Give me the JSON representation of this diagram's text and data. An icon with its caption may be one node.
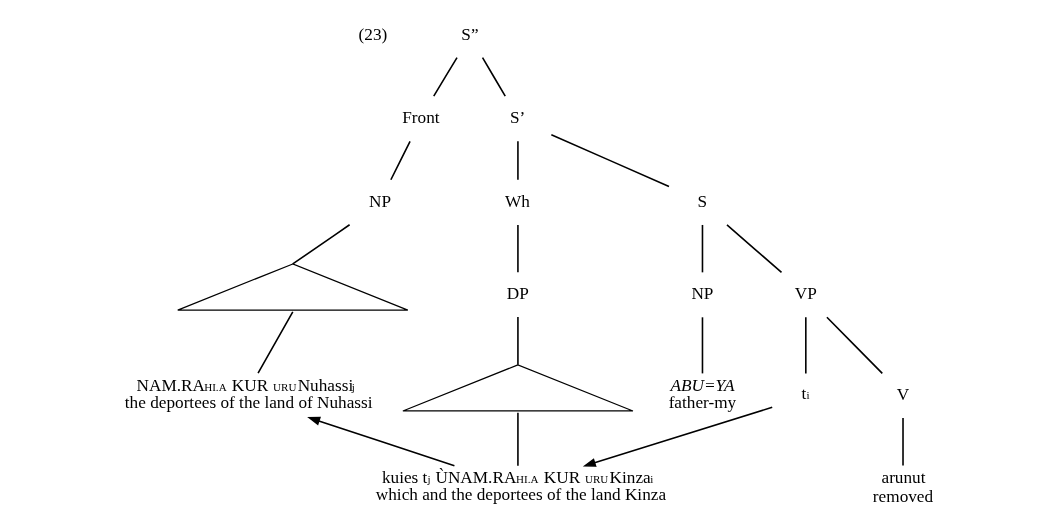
{
  "diagram": {
    "nodes": [
      {
        "text": [
          "S”"
        ]
      },
      {
        "text": [
          "Front"
        ]
      },
      {
        "text": [
          "S’"
        ]
      },
      {
        "text": [
          "NP"
        ]
      },
      {
        "text": [],
        "shape": "triangle"
      },
      {
        "text": [
          "NAM.RA$^{HI.A}$ KUR $^{URU}$Nuhassi$_{j}$",
          "the deportees of the land of Nuhassi"
        ]
      },
      {
        "text": [
          "Wh"
        ]
      },
      {
        "text": [
          "S"
        ]
      },
      {
        "text": [
          "DP"
        ]
      },
      {
        "text": [],
        "shape": "triangle"
      },
      {
        "text": [
          "kuies t$_{j}$ ÙNAM.RA$^{HI.A}$ KUR $^{URU}$Kinza$_{i}$",
          "which and the deportees of the land Kinza"
        ]
      },
      {
        "text": [
          "NP"
        ]
      },
      {
        "text": [
          "VP"
        ]
      },
      {
        "text": [
          "ABU=YA",
          "father-my"
        ]
      },
      {
        "text": [
          "t$_{i}$"
        ]
      },
      {
        "text": [
          "V"
        ]
      },
      {
        "text": [
          "arunut",
          "removed"
        ]
      }
    ],
    "edges": [
      {
        "from": 0,
        "to": 1,
        "arrow": "none"
      },
      {
        "from": 0,
        "to": 2,
        "arrow": "none"
      },
      {
        "from": 1,
        "to": 3,
        "arrow": "none"
      },
      {
        "from": 3,
        "to": 4,
        "arrow": "none"
      },
      {
        "from": 4,
        "to": 5,
        "arrow": "none"
      },
      {
        "from": 2,
        "to": 6,
        "arrow": "none"
      },
      {
        "from": 2,
        "to": 7,
        "arrow": "none"
      },
      {
        "from": 6,
        "to": 8,
        "arrow": "none"
      },
      {
        "from": 8,
        "to": 9,
        "arrow": "none"
      },
      {
        "from": 9,
        "to": 10,
        "arrow": "none"
      },
      {
        "from": 7,
        "to": 11,
        "arrow": "none"
      },
      {
        "from": 7,
        "to": 12,
        "arrow": "none"
      },
      {
        "from": 11,
        "to": 13,
        "arrow": "none"
      },
      {
        "from": 12,
        "to": 14,
        "arrow": "none"
      },
      {
        "from": 12,
        "to": 15,
        "arrow": "none"
      },
      {
        "from": 15,
        "to": 16,
        "arrow": "none"
      },
      {
        "from": 10,
        "to": 5,
        "arrow": "to"
      },
      {
        "from": 14,
        "to": 10,
        "arrow": "to"
      }
    ],
    "labels": [
      "(23)"
    ]
  }
}
